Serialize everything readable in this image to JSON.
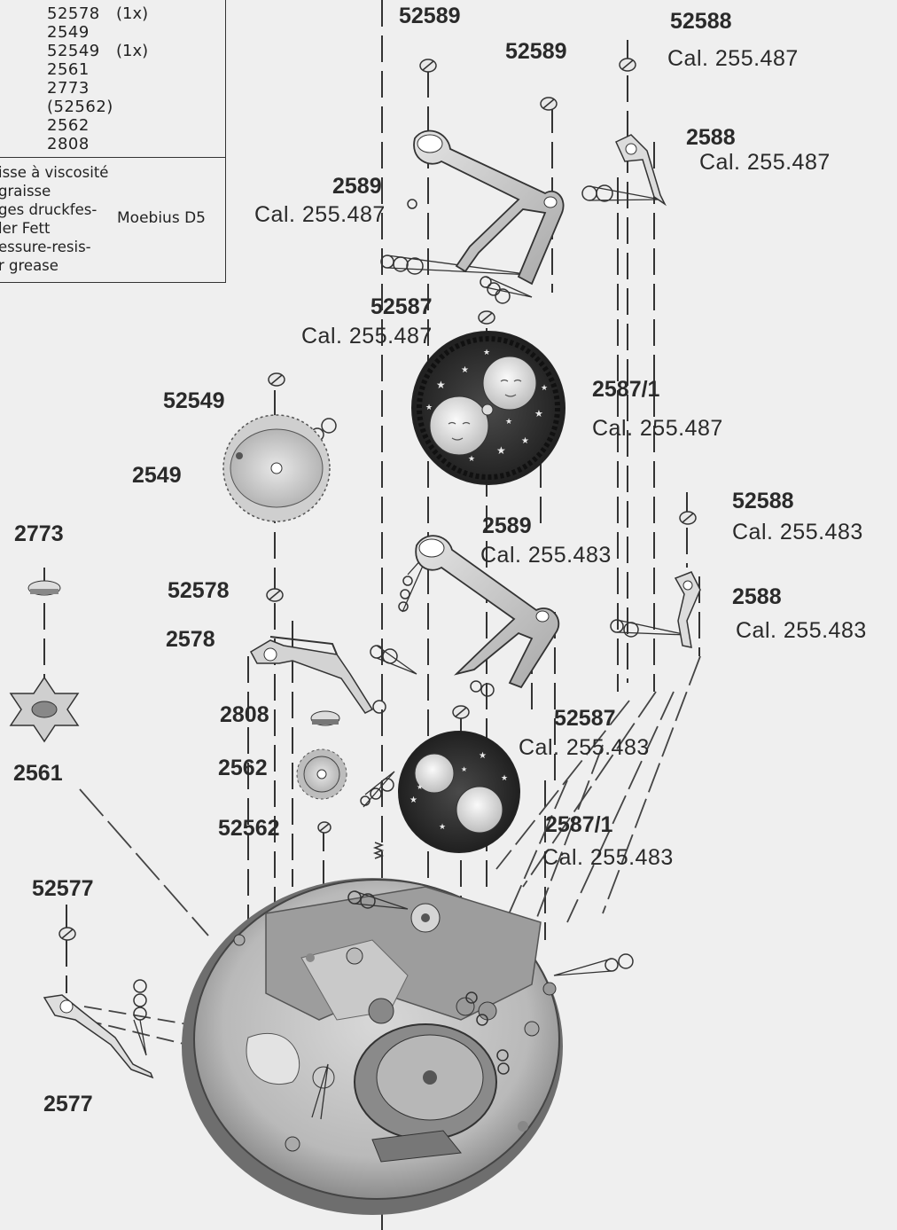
{
  "legend": {
    "parts": [
      {
        "part": "52578",
        "qty": "(1x)"
      },
      {
        "part": "2549",
        "qty": ""
      },
      {
        "part": "52549",
        "qty": "(1x)"
      },
      {
        "part": "2561",
        "qty": ""
      },
      {
        "part": "2773",
        "qty": ""
      },
      {
        "part": "(52562)",
        "qty": ""
      },
      {
        "part": "2562",
        "qty": ""
      },
      {
        "part": "2808",
        "qty": ""
      }
    ],
    "grease_lines": [
      "isse à viscosité",
      "graisse",
      "ges druckfes-",
      "ler Fett",
      "essure-resis-",
      "r grease"
    ],
    "lubricant": "Moebius D5"
  },
  "labels": {
    "l52589a": "52589",
    "l52589b": "52589",
    "l52588a": "52588",
    "l52588a_cal": "Cal.  255.487",
    "l2588a": "2588",
    "l2588a_cal": "Cal.  255.487",
    "l2589a": "2589",
    "l2589a_cal": "Cal.  255.487",
    "l52587a": "52587",
    "l52587a_cal": "Cal.  255.487",
    "l2587_1a": "2587/1",
    "l2587_1a_cal": "Cal.  255.487",
    "l52549": "52549",
    "l2549": "2549",
    "l2773": "2773",
    "l2589b": "2589",
    "l2589b_cal": "Cal.  255.483",
    "l52588b": "52588",
    "l52588b_cal": "Cal.  255.483",
    "l2588b": "2588",
    "l2588b_cal": "Cal.  255.483",
    "l52578": "52578",
    "l2578": "2578",
    "l2808": "2808",
    "l52587b": "52587",
    "l52587b_cal": "Cal.  255.483",
    "l2562": "2562",
    "l2561": "2561",
    "l52562": "52562",
    "l2587_1b": "2587/1",
    "l2587_1b_cal": "Cal.  255.483",
    "l52577": "52577",
    "l2577": "2577"
  }
}
